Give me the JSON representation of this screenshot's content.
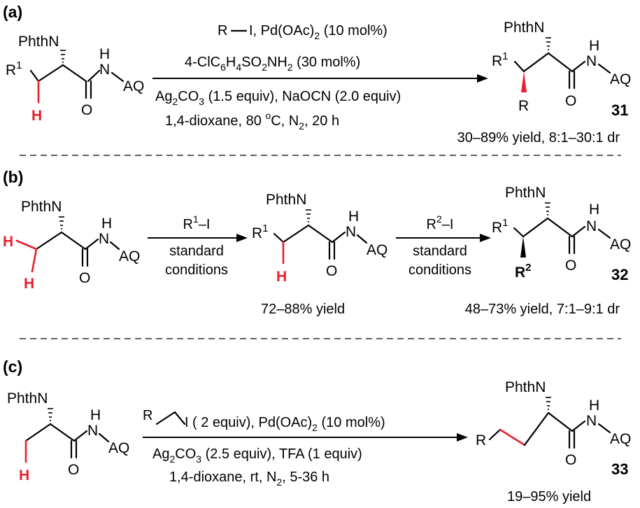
{
  "panels": [
    {
      "label": "(a)",
      "sm": {
        "N": "PhthN",
        "R1": "R",
        "R1_sup": "1",
        "H": "H",
        "NH_H": "H",
        "NH_N": "N",
        "AQ": "AQ",
        "O": "O"
      },
      "conditions": {
        "l1a": "R",
        "l1b": "I,  Pd(OAc)",
        "l1b_sub": "2",
        "l1c": " (10 mol%)",
        "l2a": "4-ClC",
        "l2a_sub": "6",
        "l2b": "H",
        "l2b_sub": "4",
        "l2c": "SO",
        "l2c_sub": "2",
        "l2d": "NH",
        "l2d_sub": "2",
        "l2e": " (30 mol%)",
        "l3a": "Ag",
        "l3a_sub": "2",
        "l3b": "CO",
        "l3b_sub": "3",
        "l3c": " (1.5 equiv), NaOCN (2.0 equiv)",
        "l4a": "1,4-dioxane, 80 ",
        "l4a_sup": "o",
        "l4b": "C, N",
        "l4b_sub": "2",
        "l4c": ", 20 h"
      },
      "prod": {
        "N": "PhthN",
        "R1": "R",
        "R1_sup": "1",
        "R": "R",
        "NH_H": "H",
        "NH_N": "N",
        "AQ": "AQ",
        "O": "O",
        "number": "31"
      },
      "yield": "30–89% yield, 8:1–30:1 dr"
    },
    {
      "label": "(b)",
      "sm": {
        "N": "PhthN",
        "H1": "H",
        "H2": "H",
        "NH_H": "H",
        "NH_N": "N",
        "AQ": "AQ",
        "O": "O"
      },
      "step1": {
        "ra": "R",
        "ra_sup": "1",
        "rb": "–I",
        "c1": "standard",
        "c2": "conditions"
      },
      "mid": {
        "N": "PhthN",
        "R1": "R",
        "R1_sup": "1",
        "H": "H",
        "NH_H": "H",
        "NH_N": "N",
        "AQ": "AQ",
        "O": "O",
        "yield": "72–88% yield"
      },
      "step2": {
        "ra": "R",
        "ra_sup": "2",
        "rb": "–I",
        "c1": "standard",
        "c2": "conditions"
      },
      "prod": {
        "N": "PhthN",
        "R1": "R",
        "R1_sup": "1",
        "R2": "R",
        "R2_sup": "2",
        "NH_H": "H",
        "NH_N": "N",
        "AQ": "AQ",
        "O": "O",
        "number": "32"
      },
      "yield": "48–73% yield, 7:1–9:1 dr"
    },
    {
      "label": "(c)",
      "sm": {
        "N": "PhthN",
        "H": "H",
        "NH_H": "H",
        "NH_N": "N",
        "AQ": "AQ",
        "O": "O"
      },
      "conditions": {
        "l1a": "R",
        "l1b": "I",
        "l1c": "( 2 equiv), Pd(OAc)",
        "l1c_sub": "2",
        "l1d": " (10 mol%)",
        "l2a": "Ag",
        "l2a_sub": "2",
        "l2b": "CO",
        "l2b_sub": "3",
        "l2c": " (2.5 equiv), TFA (1 equiv)",
        "l3a": "1,4-dioxane, rt, N",
        "l3a_sub": "2",
        "l3b": ", 5-36 h"
      },
      "prod": {
        "N": "PhthN",
        "R": "R",
        "NH_H": "H",
        "NH_N": "N",
        "AQ": "AQ",
        "O": "O",
        "number": "33"
      },
      "yield": "19–95% yield"
    }
  ],
  "colors": {
    "highlight": "#e8202e",
    "ink": "#000000"
  }
}
